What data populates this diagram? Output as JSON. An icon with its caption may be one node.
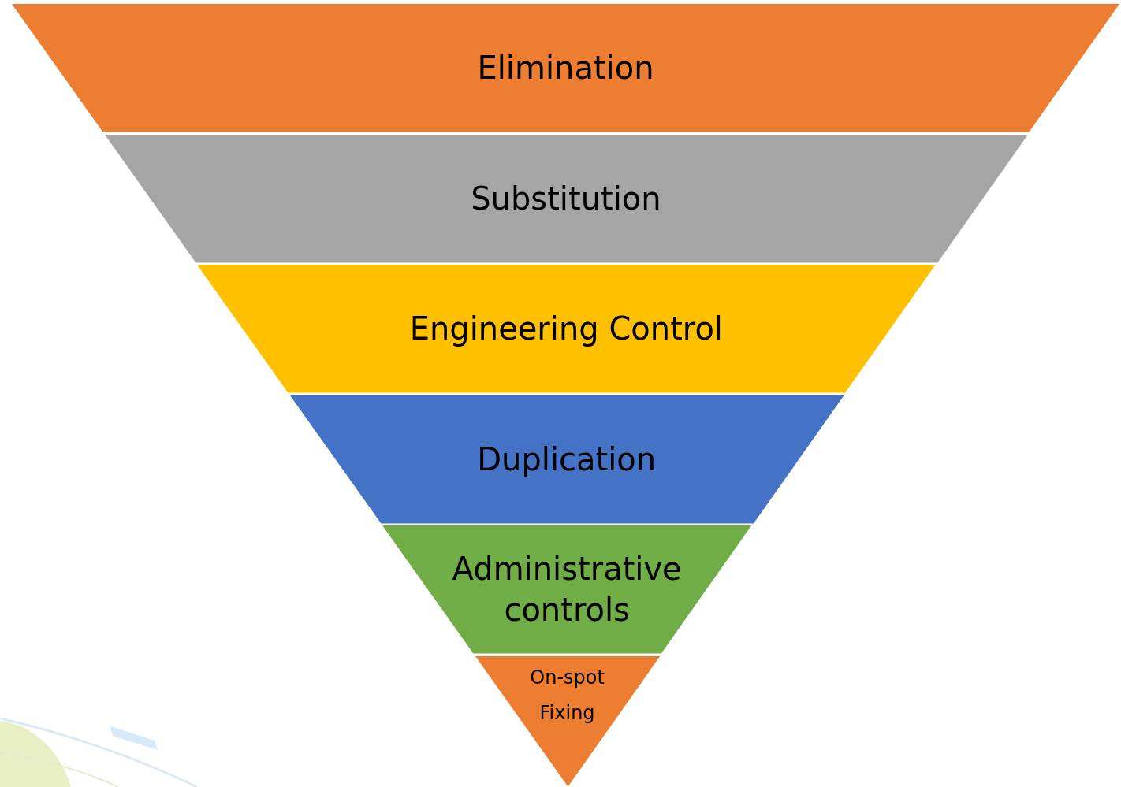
{
  "diagram": {
    "nodes": [
      {
        "text": [
          "Elimination"
        ]
      },
      {
        "text": [
          "Substitution"
        ]
      },
      {
        "text": [
          "Engineering Control"
        ]
      },
      {
        "text": [
          "Duplication"
        ]
      },
      {
        "text": [
          "Administrative controls"
        ]
      },
      {
        "text": [
          "On-spot Fixing"
        ]
      }
    ]
  }
}
